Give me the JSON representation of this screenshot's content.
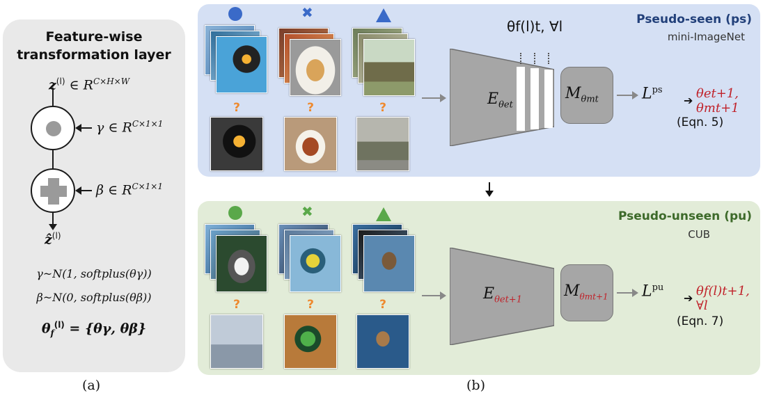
{
  "panel_a": {
    "title_line1": "Feature-wise",
    "title_line2": "transformation layer",
    "input_label": "z",
    "input_sup": "(l)",
    "input_space": "∈ R",
    "input_space_sup": "C×H×W",
    "gamma_label": "γ ∈ R",
    "gamma_sup": "C×1×1",
    "beta_label": "β ∈ R",
    "beta_sup": "C×1×1",
    "output_label": "ẑ",
    "output_sup": "(l)",
    "gamma_dist": "γ~N(1, softplus(θγ))",
    "beta_dist": "β~N(0, softplus(θβ))",
    "theta_f": "θ",
    "theta_f_sub": "f",
    "theta_f_sup": "(l)",
    "theta_f_rhs": "= {θγ, θβ}",
    "caption": "(a)"
  },
  "panel_b": {
    "caption": "(b)",
    "ps": {
      "title": "Pseudo-seen (ps)",
      "subtitle": "mini-ImageNet",
      "theta_label": "θf(l)t, ∀l",
      "encoder_label": "E",
      "encoder_sub": "θet",
      "metric_label": "M",
      "metric_sub": "θmt",
      "loss": "L",
      "loss_sup": "ps",
      "update": "θet+1, θmt+1",
      "eqn": "(Eqn. 5)",
      "query_marks": [
        "?",
        "?",
        "?"
      ],
      "shapes": [
        "circle-icon",
        "cross-icon",
        "triangle-icon"
      ]
    },
    "pu": {
      "title": "Pseudo-unseen (pu)",
      "subtitle": "CUB",
      "encoder_label": "E",
      "encoder_sub": "θet+1",
      "metric_label": "M",
      "metric_sub": "θmt+1",
      "loss": "L",
      "loss_sup": "pu",
      "update": "θf(l)t+1, ∀l",
      "eqn": "(Eqn. 7)",
      "query_marks": [
        "?",
        "?",
        "?"
      ],
      "shapes": [
        "circle-icon",
        "cross-icon",
        "triangle-icon"
      ]
    }
  },
  "colors": {
    "ps_bg": "#d5e0f4",
    "pu_bg": "#e2ecd8",
    "ps_accent": "#3a6ac8",
    "pu_accent": "#5aa84a",
    "question": "#ee8a2f",
    "update_red": "#c0222a"
  }
}
